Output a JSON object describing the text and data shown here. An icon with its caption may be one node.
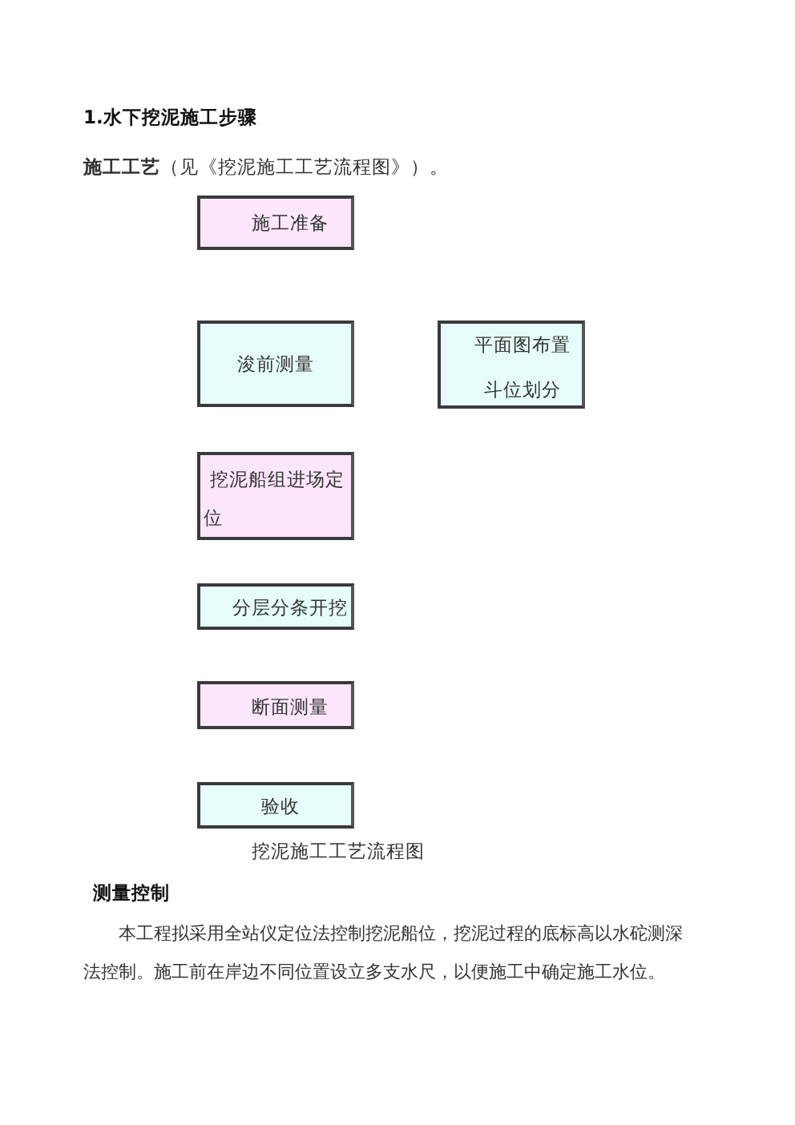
{
  "diagram": {
    "title": "1.水下挖泥施工步骤",
    "caption": "挖泥施工工艺流程图",
    "nodes": [
      {
        "text": [
          "施工准备"
        ]
      },
      {
        "text": [
          "浚前测量"
        ]
      },
      {
        "text": [
          "平面图布置",
          "斗位划分"
        ]
      },
      {
        "text": [
          "挖泥船组进场定位"
        ]
      },
      {
        "text": [
          "分层分条开挖"
        ]
      },
      {
        "text": [
          "断面测量"
        ]
      },
      {
        "text": [
          "验收"
        ]
      }
    ],
    "labels": [
      "**施工工艺**（见《挖泥施工工艺流程图》）。",
      "测量控制",
      "本工程拟采用全站仪定位法控制挖泥船位，挖泥过程的底标高以水砣测深法控制。施工前在岸边不同位置设立多支水尺，以便施工中确定施工水位。"
    ]
  }
}
